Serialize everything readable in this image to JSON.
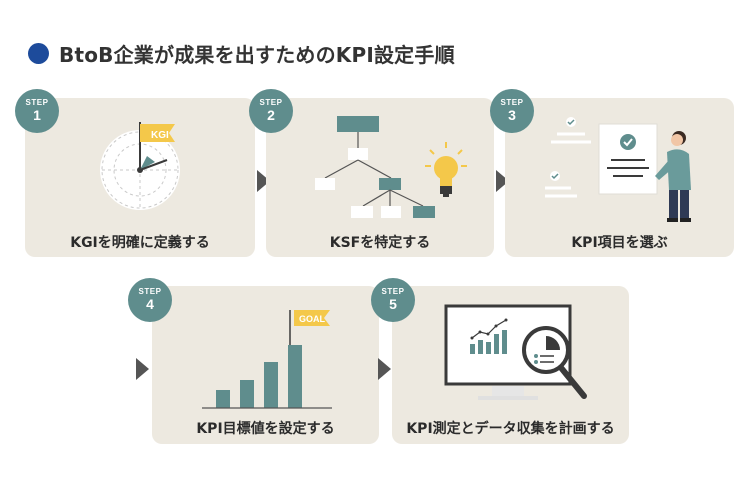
{
  "title": "BtoB企業が成果を出すためのKPI設定手順",
  "steps": [
    {
      "step_word": "STEP",
      "number": "1",
      "label": "KGIを明確に定義する",
      "flag_text": "KGI"
    },
    {
      "step_word": "STEP",
      "number": "2",
      "label": "KSFを特定する"
    },
    {
      "step_word": "STEP",
      "number": "3",
      "label": "KPI項目を選ぶ"
    },
    {
      "step_word": "STEP",
      "number": "4",
      "label": "KPI目標値を設定する",
      "flag_text": "GOAL",
      "bar_levels": [
        0.25,
        0.4,
        0.65,
        0.9
      ]
    },
    {
      "step_word": "STEP",
      "number": "5",
      "label": "KPI測定とデータ収集を計画する"
    }
  ],
  "colors": {
    "accent_dot": "#1d4b9b",
    "teal": "#5f8d8d",
    "card_bg": "#ede9e0",
    "flag": "#f4c84a",
    "arrow": "#555555"
  },
  "icons": [
    "dartboard-icon",
    "org-chart-icon",
    "lightbulb-icon",
    "checklist-icon",
    "person-icon",
    "bar-chart-icon",
    "monitor-icon",
    "magnifier-icon"
  ]
}
